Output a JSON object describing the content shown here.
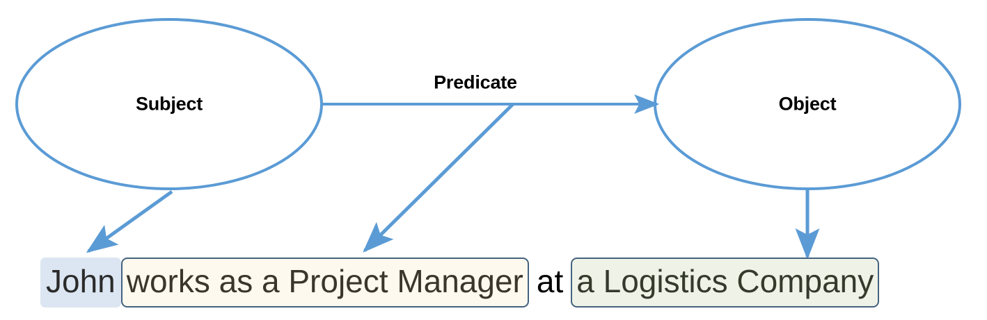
{
  "diagram": {
    "type": "triple-extraction-diagram",
    "accent_color": "#5b9bd5",
    "nodes": [
      {
        "id": "subject",
        "label": "Subject"
      },
      {
        "id": "object",
        "label": "Object"
      }
    ],
    "edges": [
      {
        "id": "predicate",
        "label": "Predicate",
        "from": "subject",
        "to": "object"
      }
    ]
  },
  "sentence": {
    "tokens": [
      {
        "id": "subject-span",
        "text": "John",
        "role": "subject",
        "highlight": "#dce6f2",
        "border": "none"
      },
      {
        "id": "predicate-span",
        "text": "works as a Project Manager",
        "role": "predicate",
        "highlight": "#fdf9ef",
        "border": "#44627e"
      },
      {
        "id": "connector",
        "text": "at",
        "role": "none",
        "highlight": "none",
        "border": "none"
      },
      {
        "id": "object-span",
        "text": "a Logistics Company",
        "role": "object",
        "highlight": "#eef2e7",
        "border": "#44627e"
      }
    ]
  }
}
